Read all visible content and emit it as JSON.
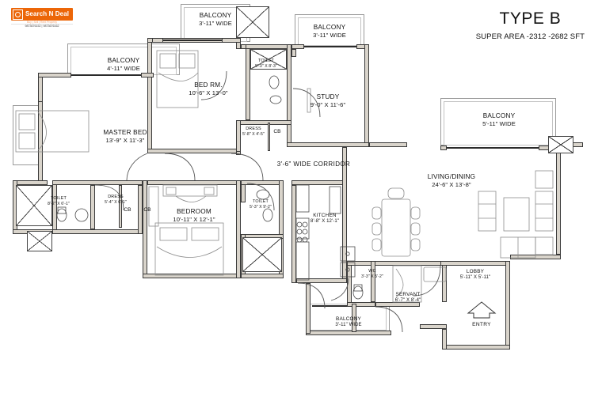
{
  "logo": {
    "name": "Search N Deal",
    "tagline": "Buy | Sell | Rent Property",
    "phone": "9873676152  |  9873676162",
    "accent_color": "#ec6608"
  },
  "title": {
    "type": "TYPE B",
    "super_area": "SUPER AREA -2312 -2682 SFT"
  },
  "plan": {
    "drawing_type": "residential floor plan",
    "rooms": [
      {
        "id": "balcony-master",
        "name": "BALCONY",
        "dims": "4'-11\" WIDE"
      },
      {
        "id": "balcony-bed",
        "name": "BALCONY",
        "dims": "3'-11\" WIDE"
      },
      {
        "id": "balcony-study",
        "name": "BALCONY",
        "dims": "3'-11\" WIDE"
      },
      {
        "id": "balcony-living",
        "name": "BALCONY",
        "dims": "5'-11\" WIDE"
      },
      {
        "id": "balcony-kitchen",
        "name": "BALCONY",
        "dims": "3'-11\" WIDE"
      },
      {
        "id": "master-bed",
        "name": "MASTER BED",
        "dims": "13'-9\" X 11'-3\""
      },
      {
        "id": "bed-rm",
        "name": "BED RM.",
        "dims": "10'-6\" X 13'-0\""
      },
      {
        "id": "bedroom",
        "name": "BEDROOM",
        "dims": "10'-11\" X 12'-1\""
      },
      {
        "id": "study",
        "name": "STUDY",
        "dims": "9'-0\" X 11'-6\""
      },
      {
        "id": "living-dining",
        "name": "LIVING/DINING",
        "dims": "24'-6\" X 13'-8\""
      },
      {
        "id": "kitchen",
        "name": "KITCHEN",
        "dims": "8'-8\" X 12'-1\""
      },
      {
        "id": "servant",
        "name": "SERVANT",
        "dims": "6'-7\" X 8'-4\""
      },
      {
        "id": "lobby",
        "name": "LOBBY",
        "dims": "5'-11\" X 5'-11\""
      },
      {
        "id": "toilet-master",
        "name": "TOILET",
        "dims": "8'-2\" X 6'-1\""
      },
      {
        "id": "toilet-bed",
        "name": "TOILET",
        "dims": "5'-3\" X 8'-3\""
      },
      {
        "id": "toilet-bedroom",
        "name": "TOILET",
        "dims": "5'-3\" X 9'-2\""
      },
      {
        "id": "wc",
        "name": "WC",
        "dims": "3'-3\" X 5'-2\""
      },
      {
        "id": "dress-master",
        "name": "DRESS",
        "dims": "5'-4\" X 6'-1\""
      },
      {
        "id": "dress-bed",
        "name": "DRESS",
        "dims": "5'-8\" X 4'-5\""
      }
    ],
    "cupboards": [
      {
        "id": "cb-1",
        "name": "CB"
      },
      {
        "id": "cb-2",
        "name": "CB"
      },
      {
        "id": "cb-3",
        "name": "CB"
      }
    ],
    "corridor": "3'-6\"  WIDE   CORRIDOR",
    "entry": "ENTRY",
    "wall_fill": "#d9d4cb",
    "wall_stroke": "#3a3a3a"
  }
}
